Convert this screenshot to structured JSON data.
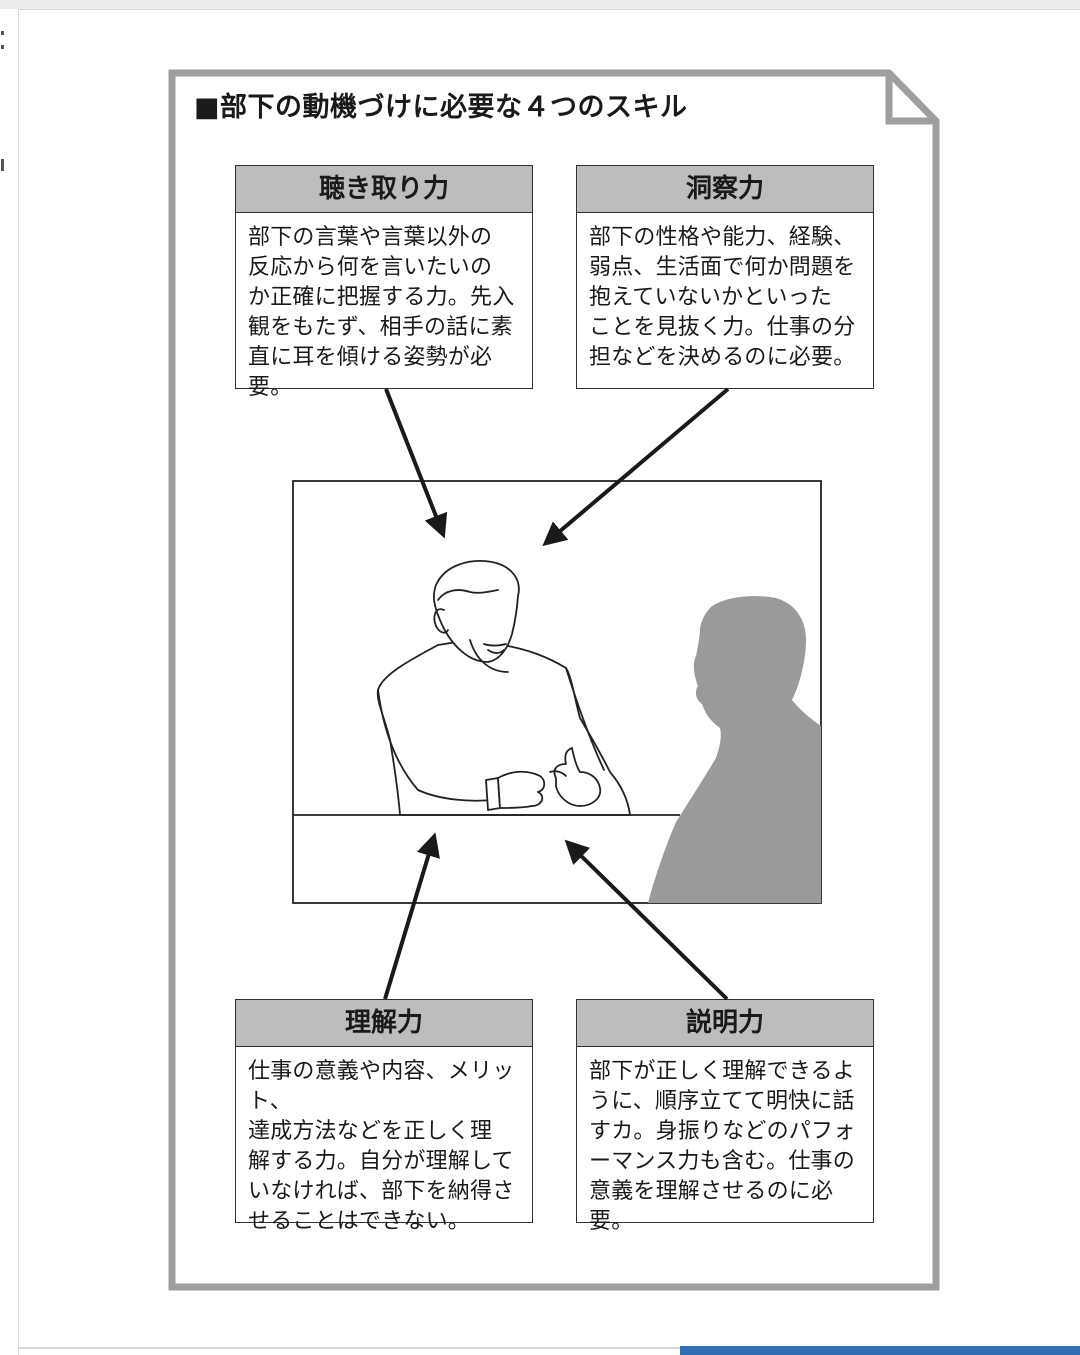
{
  "title": "■部下の動機づけに必要な４つのスキル",
  "skills": [
    {
      "name": "聴き取り力",
      "text": "部下の言葉や言葉以外の\n反応から何を言いたいの\nか正確に把握する力。先入\n観をもたず、相手の話に素\n直に耳を傾ける姿勢が必要。"
    },
    {
      "name": "洞察力",
      "text": "部下の性格や能力、経験、\n弱点、生活面で何か問題を\n抱えていないかといった\nことを見抜く力。仕事の分\n担などを決めるのに必要。"
    },
    {
      "name": "理解力",
      "text": "仕事の意義や内容、メリット、\n達成方法などを正しく理\n解する力。自分が理解して\nいなければ、部下を納得さ\nせることはできない。"
    },
    {
      "name": "説明力",
      "text": "部下が正しく理解できるよ\nうに、順序立てて明快に話\nすカ。身振りなどのパフォ\nーマンス力も含む。仕事の\n意義を理解させるのに必要。"
    }
  ],
  "colors": {
    "frame": "#9e9e9e",
    "header_fill": "#bdbdbd",
    "silhouette": "#9a9a9a",
    "progress": "#2f6db5"
  }
}
